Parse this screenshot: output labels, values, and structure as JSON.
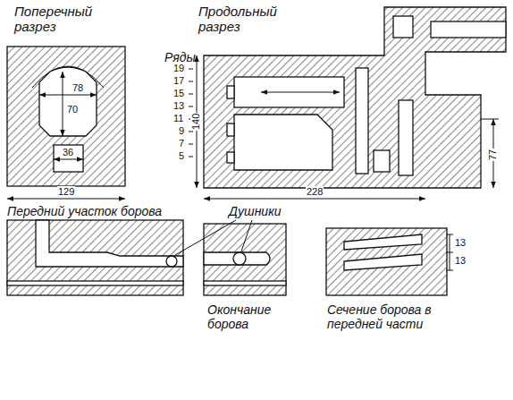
{
  "diagram": {
    "labels": [
      "Поперечный разрез",
      "Продольный разрез",
      "Ряды",
      "19",
      "17",
      "15",
      "13",
      "11",
      "9",
      "7",
      "5",
      "78",
      "70",
      "36",
      "129",
      "140",
      "228",
      "77",
      "Передний участок борова",
      "Душники",
      "Окончание борова",
      "Сечение борова в передней части",
      "13",
      "13"
    ]
  }
}
